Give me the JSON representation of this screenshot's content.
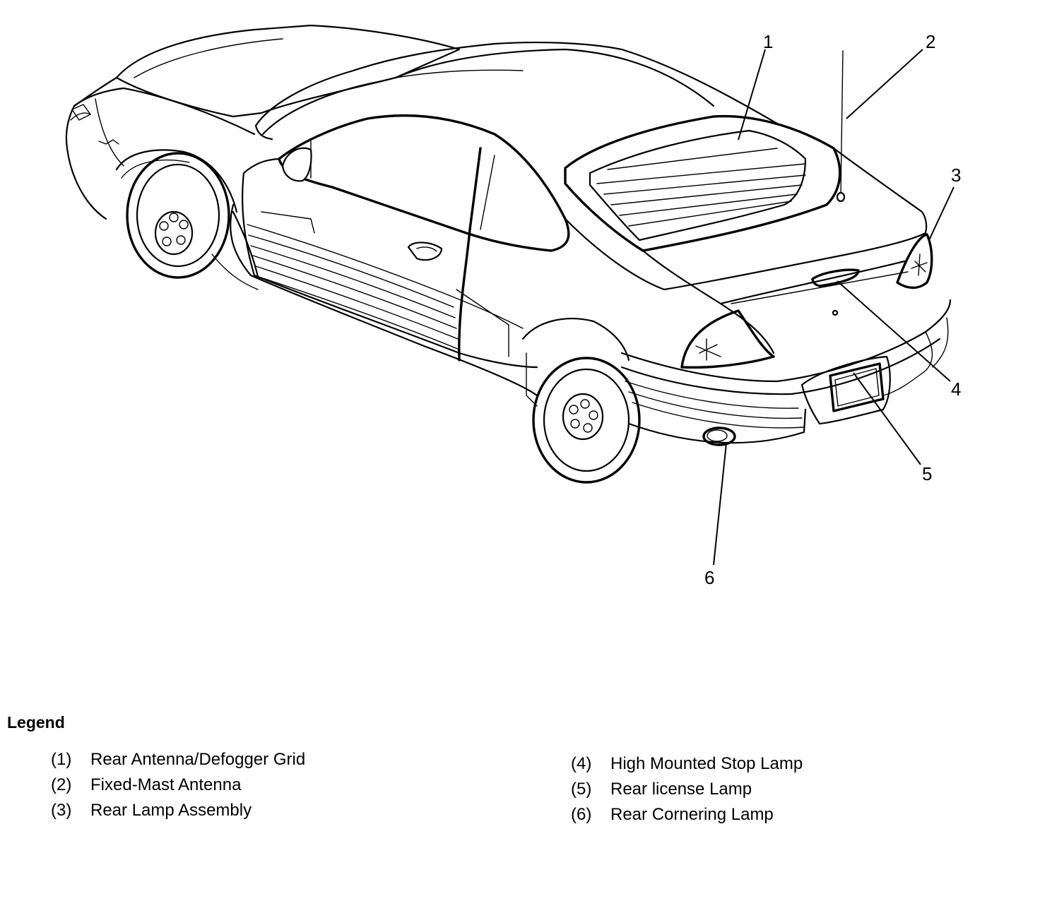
{
  "callouts": [
    "1",
    "2",
    "3",
    "4",
    "5",
    "6"
  ],
  "legend": {
    "title": "Legend",
    "items": [
      {
        "num": "(1)",
        "text": "Rear Antenna/Defogger Grid"
      },
      {
        "num": "(2)",
        "text": "Fixed-Mast Antenna"
      },
      {
        "num": "(3)",
        "text": "Rear Lamp Assembly"
      },
      {
        "num": "(4)",
        "text": "High Mounted Stop Lamp"
      },
      {
        "num": "(5)",
        "text": "Rear license Lamp"
      },
      {
        "num": "(6)",
        "text": "Rear Cornering Lamp"
      }
    ]
  }
}
